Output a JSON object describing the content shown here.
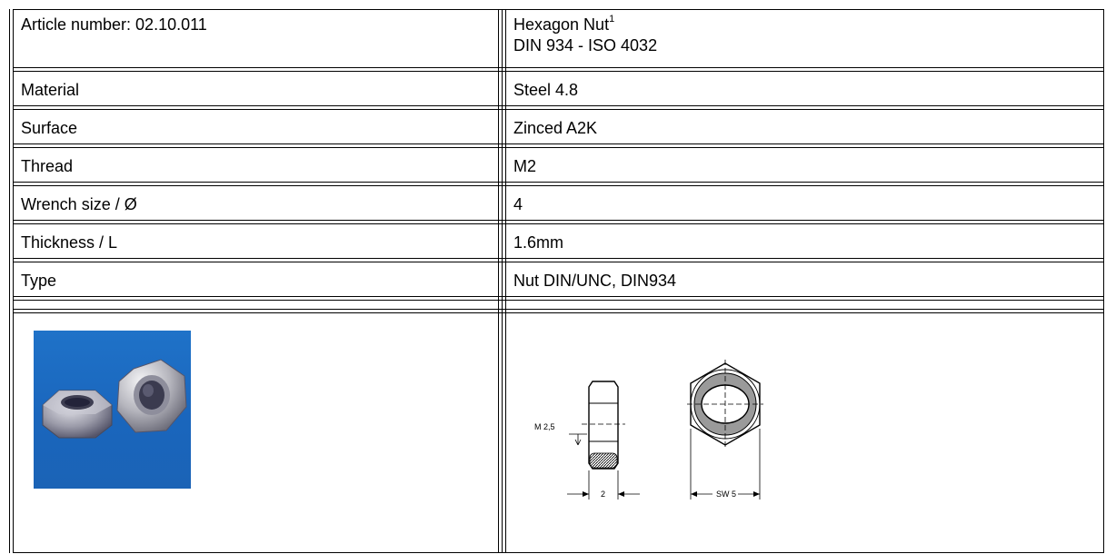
{
  "rows": [
    {
      "label": "Article number: 02.10.011",
      "value_line1": "Hexagon Nut",
      "value_sup": "1",
      "value_line2": "DIN 934 - ISO 4032"
    },
    {
      "label": "Material",
      "value": "Steel 4.8"
    },
    {
      "label": "Surface",
      "value": "Zinced A2K"
    },
    {
      "label": "Thread",
      "value": "M2"
    },
    {
      "label": "Wrench size / Ø",
      "value": "4"
    },
    {
      "label": "Thickness / L",
      "value": "1.6mm"
    },
    {
      "label": "Type",
      "value": "Nut DIN/UNC, DIN934"
    }
  ],
  "drawing": {
    "thread_label": "M 2,5",
    "thickness_label": "2",
    "wrench_label": "SW 5"
  }
}
